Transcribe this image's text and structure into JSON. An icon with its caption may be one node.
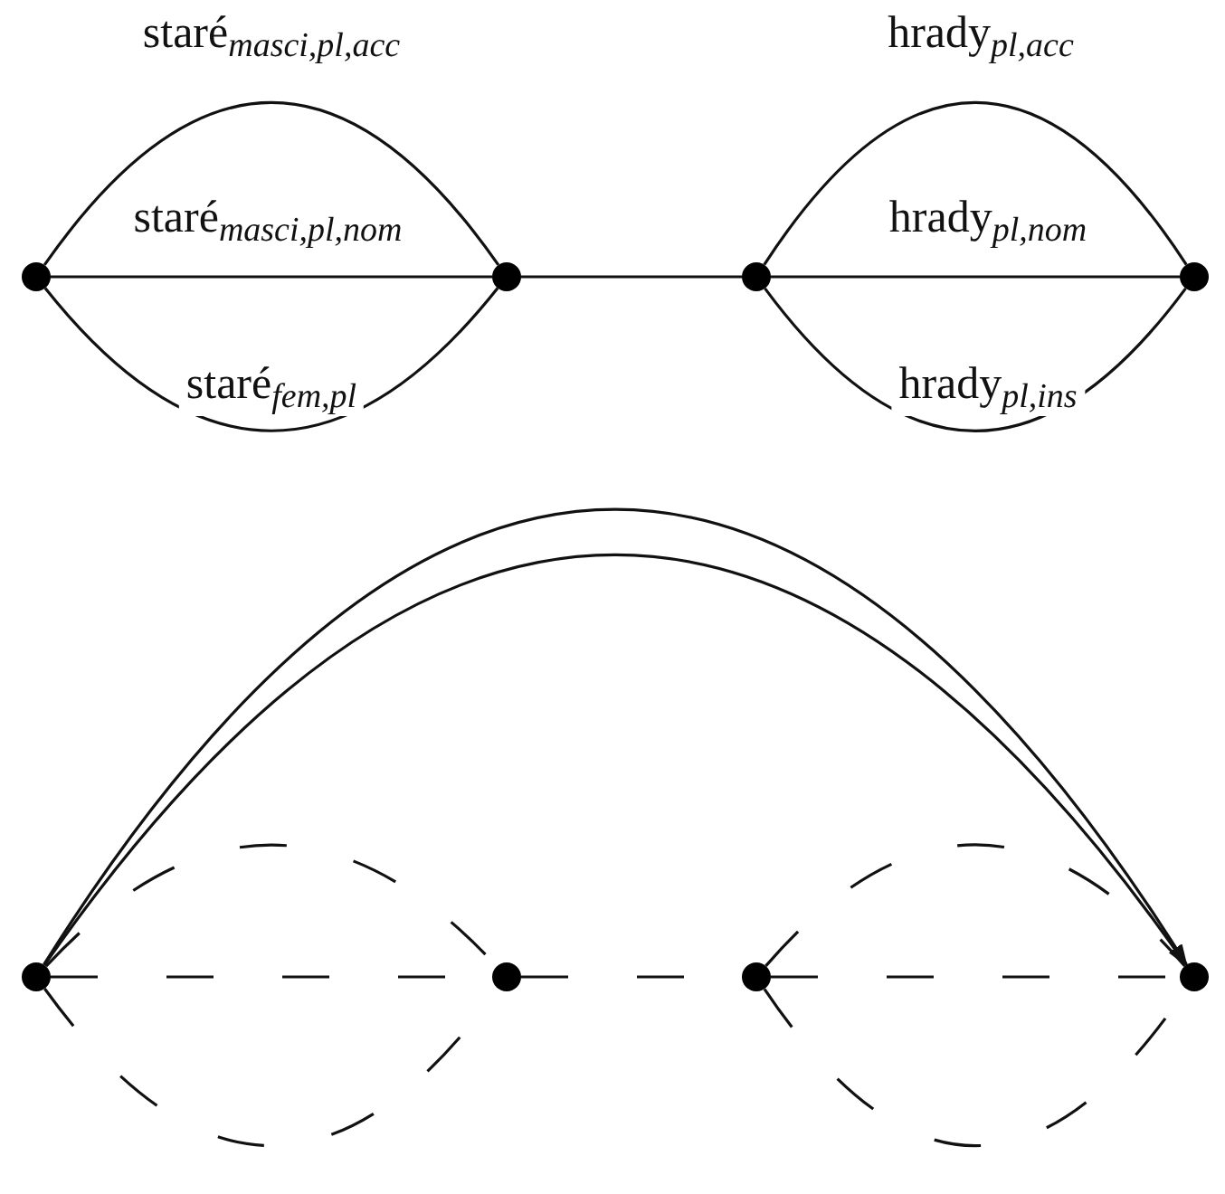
{
  "diagram": {
    "nodes": [
      {
        "text": [],
        "shape": "circle"
      },
      {
        "text": [],
        "shape": "circle"
      },
      {
        "text": [],
        "shape": "circle"
      },
      {
        "text": [],
        "shape": "circle"
      },
      {
        "text": [],
        "shape": "circle"
      },
      {
        "text": [],
        "shape": "circle"
      },
      {
        "text": [],
        "shape": "circle"
      },
      {
        "text": [],
        "shape": "circle"
      }
    ],
    "edges": [
      {
        "from": 0,
        "to": 1,
        "arrow": "none",
        "label": "staré$_{masci,pl,acc}$"
      },
      {
        "from": 0,
        "to": 1,
        "arrow": "none",
        "label": "staré$_{masci,pl,nom}$"
      },
      {
        "from": 0,
        "to": 1,
        "arrow": "none",
        "label": "staré$_{fem,pl}$"
      },
      {
        "from": 1,
        "to": 2,
        "arrow": "none"
      },
      {
        "from": 2,
        "to": 3,
        "arrow": "none",
        "label": "hrady$_{pl,acc}$"
      },
      {
        "from": 2,
        "to": 3,
        "arrow": "none",
        "label": "hrady$_{pl,nom}$"
      },
      {
        "from": 2,
        "to": 3,
        "arrow": "none",
        "label": "hrady$_{pl,ins}$"
      },
      {
        "from": 4,
        "to": 7,
        "arrow": "to"
      },
      {
        "from": 4,
        "to": 7,
        "arrow": "to"
      },
      {
        "from": 4,
        "to": 5,
        "arrow": "none",
        "style": "dashed"
      },
      {
        "from": 4,
        "to": 5,
        "arrow": "none",
        "style": "dashed"
      },
      {
        "from": 4,
        "to": 5,
        "arrow": "none",
        "style": "dashed"
      },
      {
        "from": 5,
        "to": 6,
        "arrow": "none",
        "style": "dashed"
      },
      {
        "from": 6,
        "to": 7,
        "arrow": "none",
        "style": "dashed"
      },
      {
        "from": 6,
        "to": 7,
        "arrow": "none",
        "style": "dashed"
      },
      {
        "from": 6,
        "to": 7,
        "arrow": "none",
        "style": "dashed"
      }
    ]
  }
}
